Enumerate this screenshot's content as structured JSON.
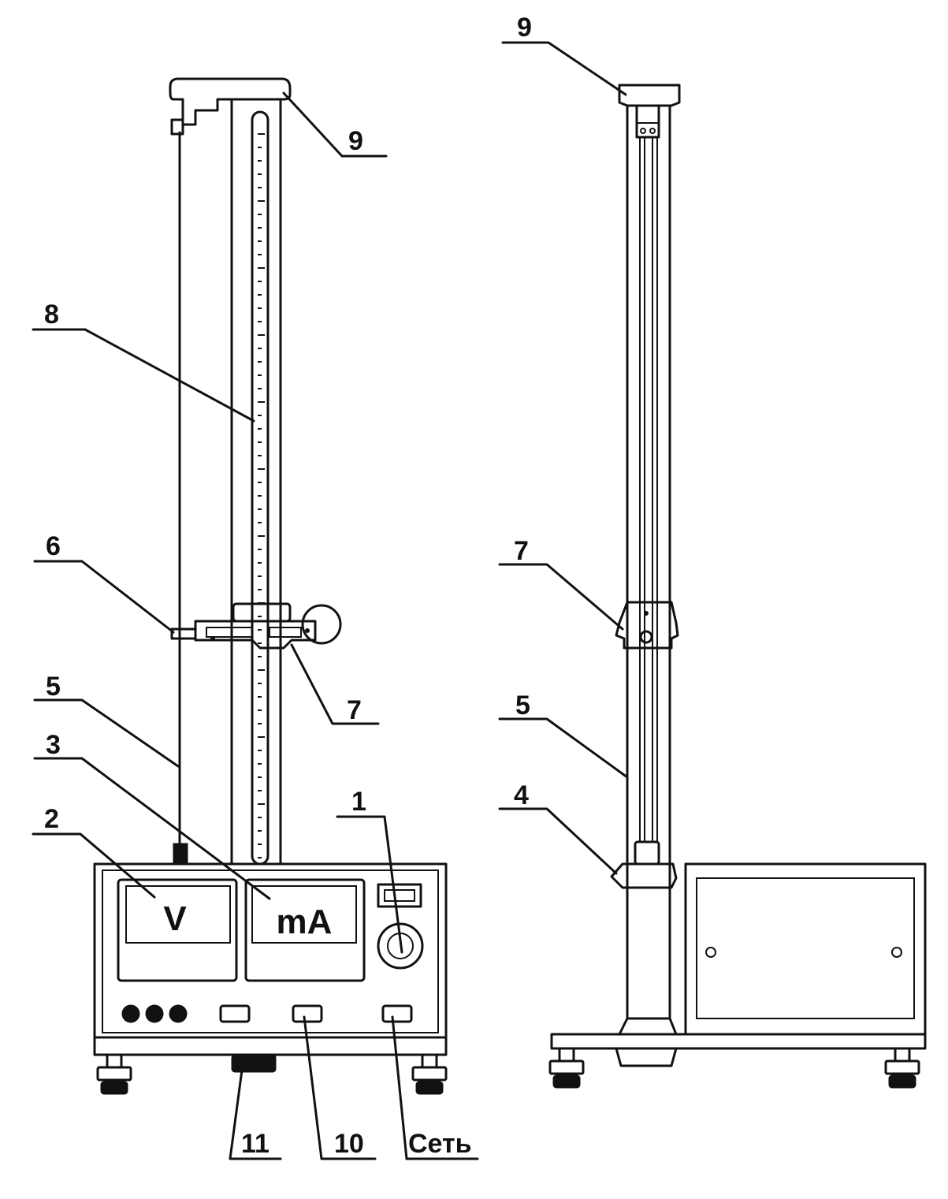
{
  "front_view": {
    "callouts": {
      "c1": "1",
      "c2": "2",
      "c3": "3",
      "c5": "5",
      "c6": "6",
      "c7": "7",
      "c8": "8",
      "c9": "9",
      "c10": "10",
      "c11": "11",
      "c_net": "Сеть"
    },
    "meters": {
      "voltmeter": "V",
      "milliammeter": "mA"
    }
  },
  "side_view": {
    "callouts": {
      "c4": "4",
      "c5": "5",
      "c7": "7",
      "c9": "9"
    }
  }
}
